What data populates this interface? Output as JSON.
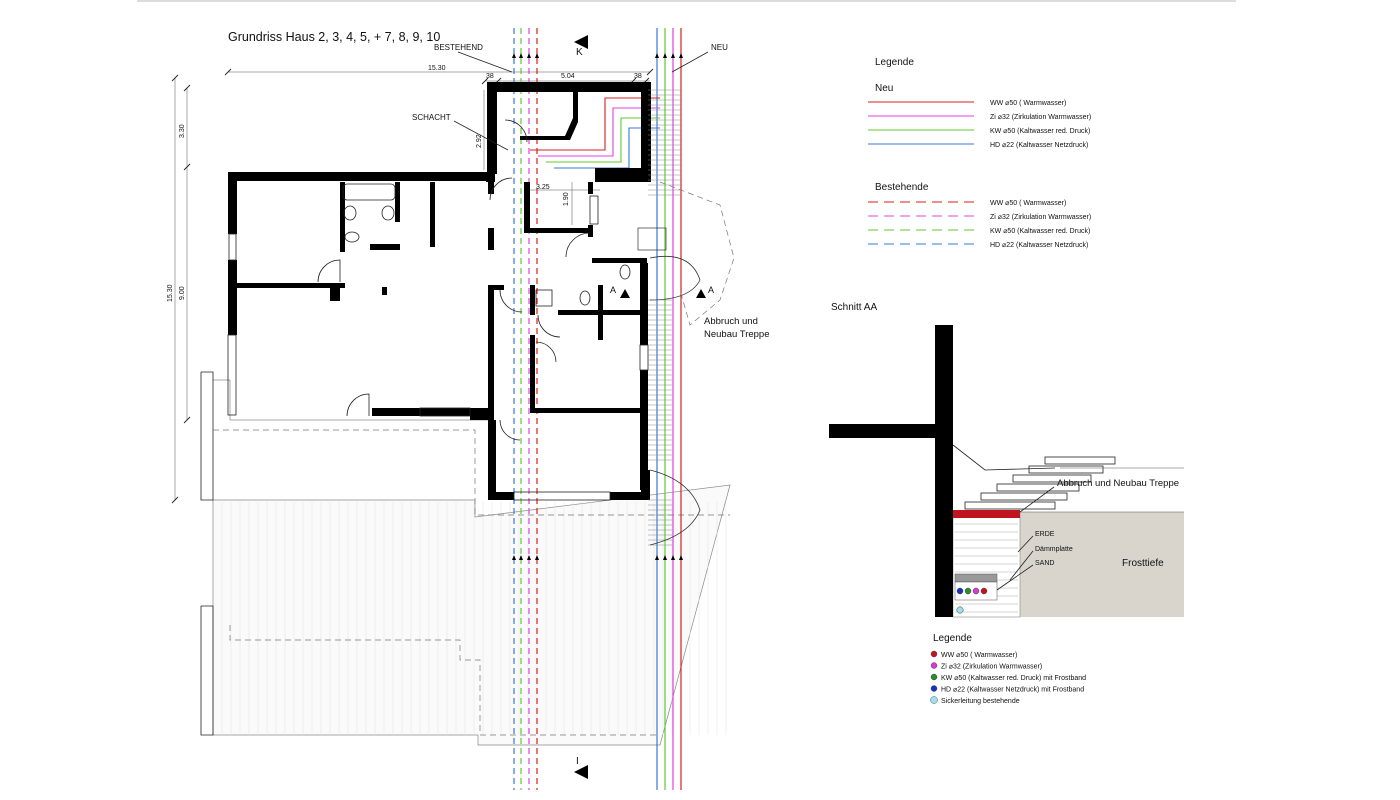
{
  "plan": {
    "title": "Grundriss Haus 2, 3, 4, 5, + 7, 8, 9, 10",
    "label_existing": "BESTEHEND",
    "label_new": "NEU",
    "label_shaft": "SCHACHT",
    "section_mark_top": "K",
    "section_mark_bottom": "I",
    "section_a": "A",
    "stair_note_line1": "Abbruch und",
    "stair_note_line2": "Neubau Treppe",
    "dimensions": {
      "total_width": "15.30",
      "seg_left": "38",
      "seg_mid": "5.04",
      "seg_right": "38",
      "total_height": "15.30",
      "seg_top": "3.30",
      "seg_main": "9.00",
      "shaft_height": "2.92",
      "shaft_width": "3.25",
      "shaft_depth": "1.90"
    }
  },
  "legend_top": {
    "title": "Legende",
    "new_heading": "Neu",
    "existing_heading": "Bestehende",
    "items": [
      {
        "label": "WW ⌀50 ( Warmwasser)",
        "color": "#d62020"
      },
      {
        "label": "Zi ⌀32 (Zirkulation Warmwasser)",
        "color": "#e040e0"
      },
      {
        "label": "KW ⌀50 (Kaltwasser red. Druck)",
        "color": "#5ccc2e"
      },
      {
        "label": "HD ⌀22 (Kaltwasser Netzdruck)",
        "color": "#3a78d6"
      }
    ]
  },
  "section": {
    "title": "Schnitt AA",
    "stair_note": "Abbruch und Neubau Treppe",
    "layer_earth": "ERDE",
    "layer_insulation": "Dämmplatte",
    "layer_sand": "SAND",
    "frost": "Frosttiefe"
  },
  "legend_bottom": {
    "title": "Legende",
    "items": [
      {
        "label": "WW ⌀50 ( Warmwasser)",
        "color": "#c0141e"
      },
      {
        "label": "Zi ⌀32 (Zirkulation Warmwasser)",
        "color": "#d43ad4"
      },
      {
        "label": "KW ⌀50 (Kaltwasser red. Druck) mit Frostband",
        "color": "#2e8a2e"
      },
      {
        "label": "HD ⌀22 (Kaltwasser Netzdruck) mit Frostband",
        "color": "#1a30c0"
      },
      {
        "label": "Sickerleitung bestehende",
        "color": "#9ee0f0"
      }
    ]
  }
}
